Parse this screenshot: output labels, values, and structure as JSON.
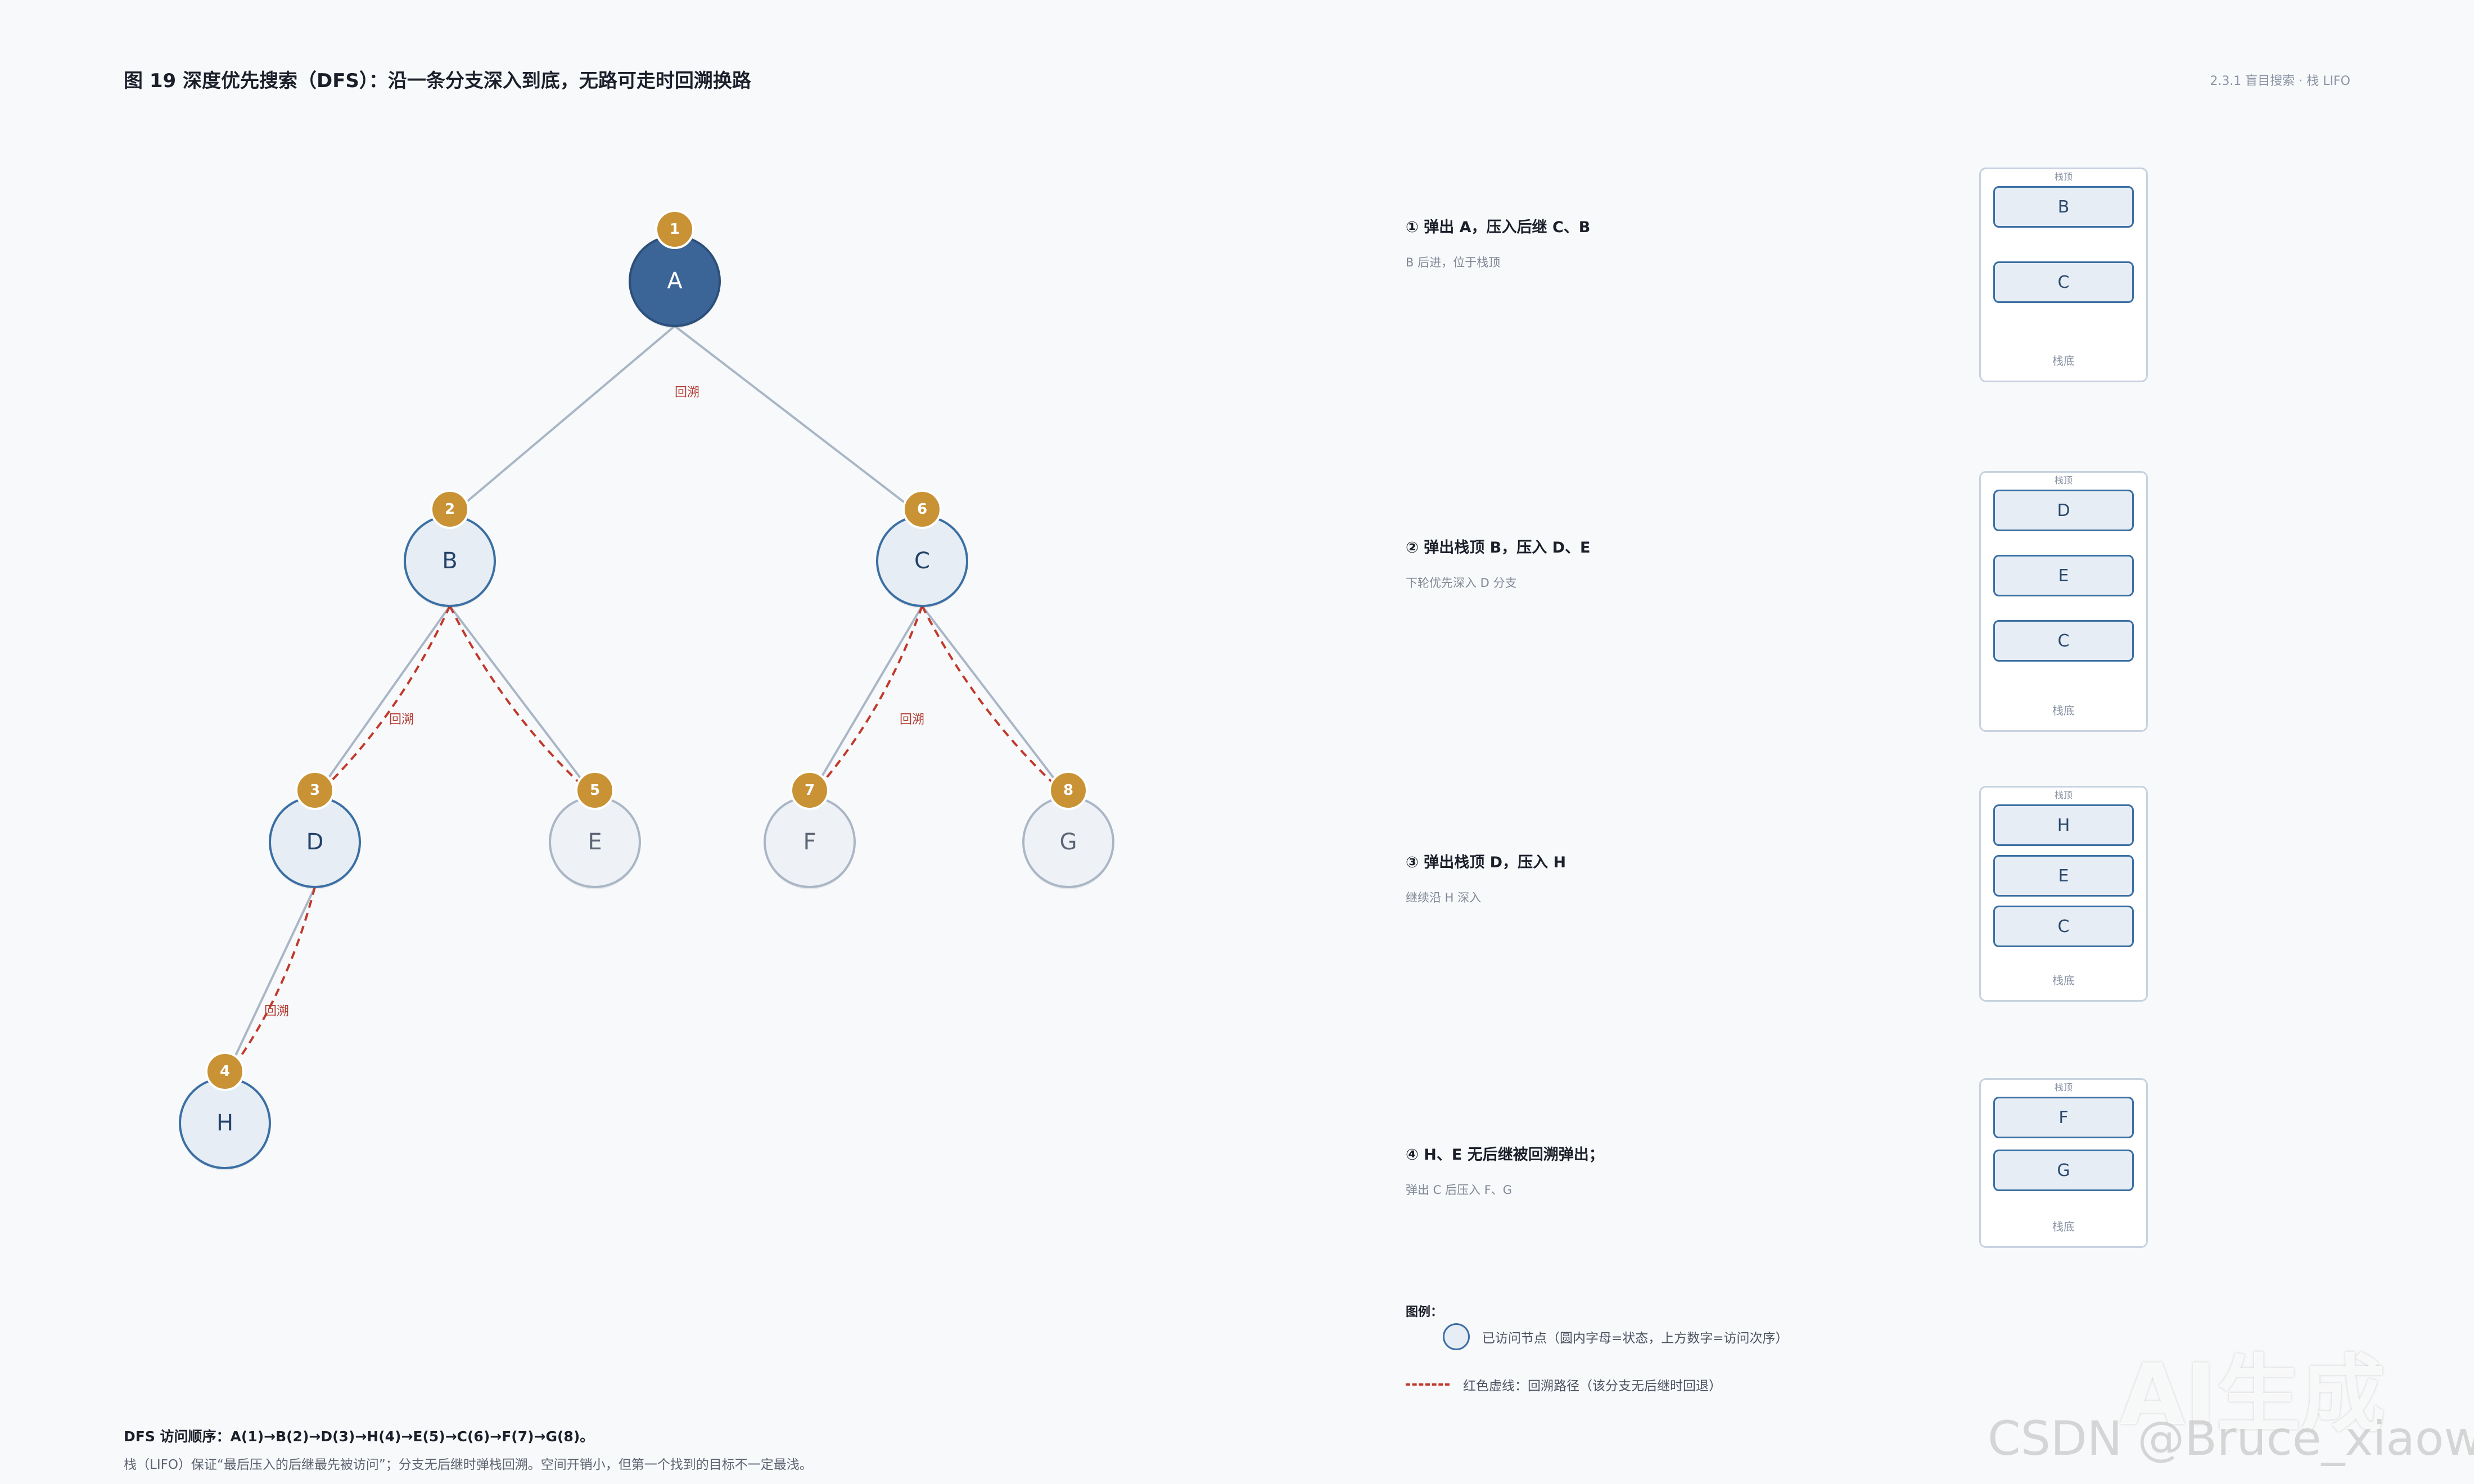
{
  "title": "图 19 深度优先搜索（DFS）：沿一条分支深入到底，无路可走时回溯换路",
  "section_tag": "2.3.1 盲目搜索 · 栈 LIFO",
  "tree": {
    "nodes": [
      {
        "id": "A",
        "label": "A",
        "order": "1",
        "state": "current"
      },
      {
        "id": "B",
        "label": "B",
        "order": "2",
        "state": "visited"
      },
      {
        "id": "C",
        "label": "C",
        "order": "6",
        "state": "visited"
      },
      {
        "id": "D",
        "label": "D",
        "order": "3",
        "state": "visited"
      },
      {
        "id": "E",
        "label": "E",
        "order": "5",
        "state": "leaf"
      },
      {
        "id": "F",
        "label": "F",
        "order": "7",
        "state": "leaf"
      },
      {
        "id": "G",
        "label": "G",
        "order": "8",
        "state": "leaf"
      },
      {
        "id": "H",
        "label": "H",
        "order": "4",
        "state": "visited"
      }
    ],
    "edges": [
      {
        "from": "A",
        "to": "B"
      },
      {
        "from": "A",
        "to": "C"
      },
      {
        "from": "B",
        "to": "D"
      },
      {
        "from": "B",
        "to": "E"
      },
      {
        "from": "C",
        "to": "F"
      },
      {
        "from": "C",
        "to": "G"
      },
      {
        "from": "D",
        "to": "H"
      }
    ],
    "backtrack_paths": [
      {
        "from": "D",
        "to": "H"
      },
      {
        "from": "B",
        "to": "D"
      },
      {
        "from": "B",
        "to": "E"
      },
      {
        "from": "C",
        "to": "F"
      },
      {
        "from": "C",
        "to": "G"
      }
    ],
    "backtrack_label": "回溯"
  },
  "steps": [
    {
      "title": "① 弹出 A，压入后继 C、B",
      "desc": "B 后进，位于栈顶",
      "stack": [
        "B",
        "C"
      ]
    },
    {
      "title": "② 弹出栈顶 B，压入 D、E",
      "desc": "下轮优先深入 D 分支",
      "stack": [
        "D",
        "E",
        "C"
      ]
    },
    {
      "title": "③ 弹出栈顶 D，压入 H",
      "desc": "继续沿 H 深入",
      "stack": [
        "H",
        "E",
        "C"
      ]
    },
    {
      "title": "④ H、E 无后继被回溯弹出；",
      "desc": "弹出 C 后压入 F、G",
      "stack": [
        "F",
        "G"
      ]
    }
  ],
  "stack_top_label": "栈顶",
  "stack_bottom_label": "栈底",
  "legend": {
    "title": "图例：",
    "visited": "已访问节点（圆内字母=状态，上方数字=访问次序）",
    "backtrack": "红色虚线：回溯路径（该分支无后继时回退）"
  },
  "footer": {
    "order": "DFS 访问顺序：A(1)→B(2)→D(3)→H(4)→E(5)→C(6)→F(7)→G(8)。",
    "note": "栈（LIFO）保证“最后压入的后继最先被访问”；分支无后继时弹栈回溯。空间开销小，但第一个找到的目标不一定最浅。"
  },
  "watermark": {
    "logo": "AI生成",
    "credit": "CSDN @Bruce_xiaowei"
  },
  "colors": {
    "current_fill": "#3b6497",
    "visited_fill": "#e6edf5",
    "visited_stroke": "#3b6fa3",
    "leaf_fill": "#eef1f5",
    "leaf_stroke": "#aab6c6",
    "badge": "#c99235",
    "edge": "#a9b6c6",
    "backtrack": "#c0392b"
  }
}
